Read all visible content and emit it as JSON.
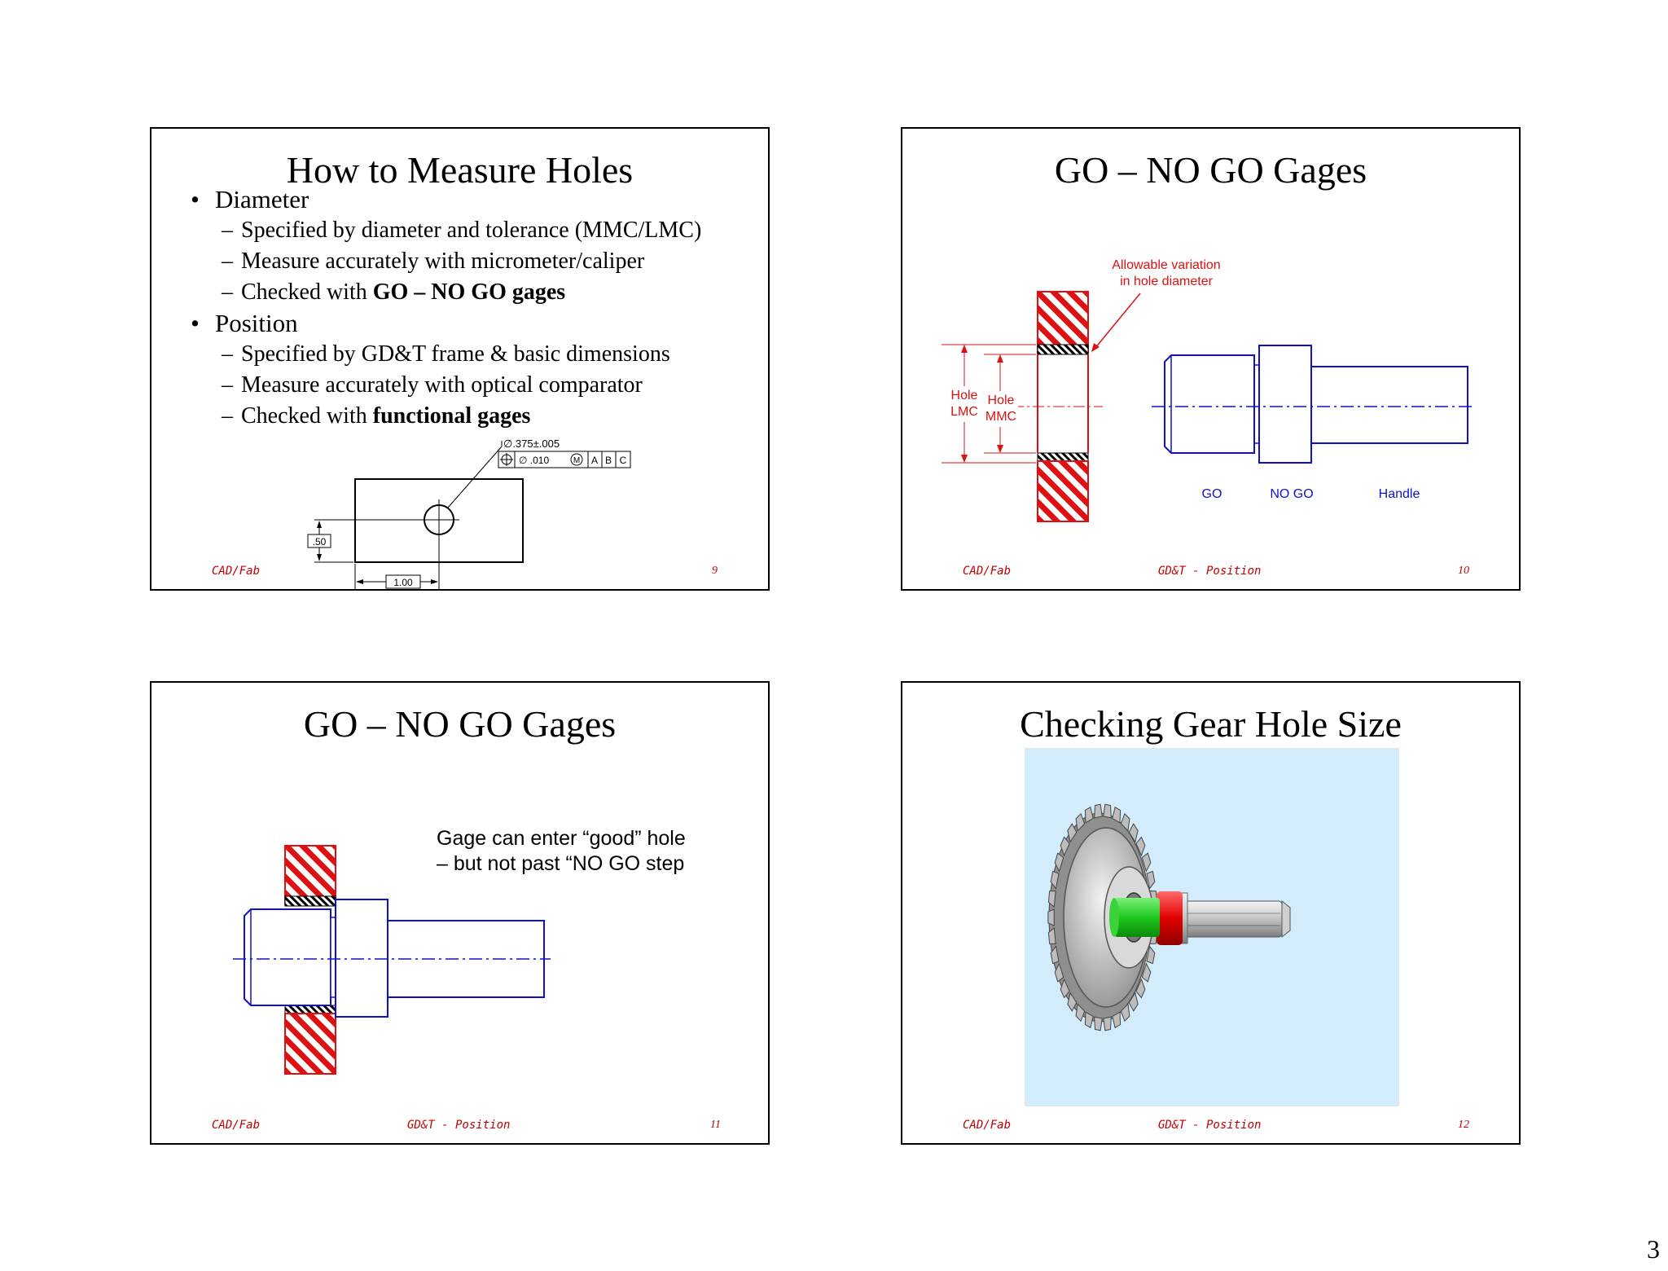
{
  "page_number": "3",
  "slides": [
    {
      "title": "How to Measure Holes",
      "footer_left": "CAD/Fab",
      "footer_center": "",
      "footer_num": "9",
      "bullets": {
        "diameter": "Diameter",
        "d1": "Specified by diameter and tolerance (MMC/LMC)",
        "d2": "Measure accurately with micrometer/caliper",
        "d3_prefix": "Checked with ",
        "d3_bold": "GO – NO GO gages",
        "position": "Position",
        "p1": "Specified by GD&T frame & basic dimensions",
        "p2": "Measure accurately with optical comparator",
        "p3_prefix": "Checked with ",
        "p3_bold": "functional gages"
      },
      "drawing": {
        "hole_callout": "∅.375±.005",
        "frame_tol": "∅ .010",
        "frame_mod": "M",
        "datum_a": "A",
        "datum_b": "B",
        "datum_c": "C",
        "dim_vertical": ".50",
        "dim_horizontal": "1.00"
      }
    },
    {
      "title": "GO – NO GO Gages",
      "footer_left": "CAD/Fab",
      "footer_center": "GD&T - Position",
      "footer_num": "10",
      "labels": {
        "allowable_1": "Allowable variation",
        "allowable_2": "in hole diameter",
        "hole_lmc_1": "Hole",
        "hole_lmc_2": "LMC",
        "hole_mmc_1": "Hole",
        "hole_mmc_2": "MMC",
        "go": "GO",
        "no_go": "NO GO",
        "handle": "Handle"
      }
    },
    {
      "title": "GO – NO GO Gages",
      "footer_left": "CAD/Fab",
      "footer_center": "GD&T - Position",
      "footer_num": "11",
      "caption_1": "Gage can enter “good” hole",
      "caption_2": "– but not past “NO GO step"
    },
    {
      "title": "Checking Gear Hole Size",
      "footer_left": "CAD/Fab",
      "footer_center": "GD&T - Position",
      "footer_num": "12"
    }
  ],
  "colors": {
    "footer_red": "#c00000",
    "gage_blue": "#1010d0",
    "part_red": "#dd1111",
    "panel_bg": "#d3ecfb",
    "go_green": "#1ec81e",
    "nogo_red": "#e00000"
  }
}
